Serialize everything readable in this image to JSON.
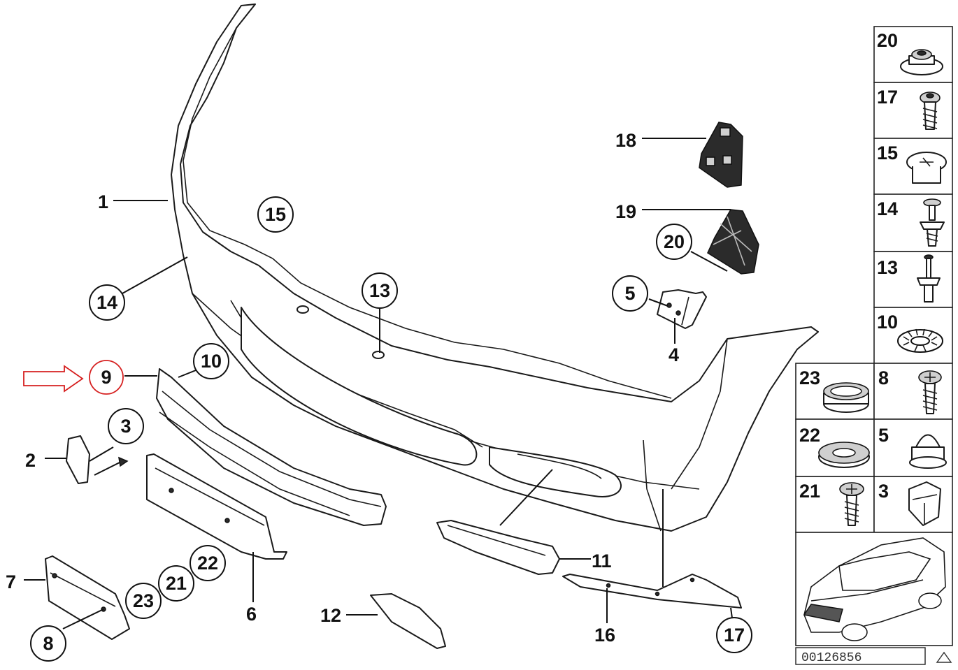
{
  "diagram": {
    "callouts_plain": [
      {
        "id": "label-1",
        "text": "1"
      },
      {
        "id": "label-2",
        "text": "2"
      },
      {
        "id": "label-4",
        "text": "4"
      },
      {
        "id": "label-6",
        "text": "6"
      },
      {
        "id": "label-7",
        "text": "7"
      },
      {
        "id": "label-11",
        "text": "11"
      },
      {
        "id": "label-12",
        "text": "12"
      },
      {
        "id": "label-16",
        "text": "16"
      },
      {
        "id": "label-18",
        "text": "18"
      },
      {
        "id": "label-19",
        "text": "19"
      }
    ],
    "callouts_circled": [
      {
        "id": "circle-3",
        "text": "3"
      },
      {
        "id": "circle-5",
        "text": "5"
      },
      {
        "id": "circle-8",
        "text": "8"
      },
      {
        "id": "circle-10",
        "text": "10"
      },
      {
        "id": "circle-13",
        "text": "13"
      },
      {
        "id": "circle-14",
        "text": "14"
      },
      {
        "id": "circle-15",
        "text": "15"
      },
      {
        "id": "circle-17",
        "text": "17"
      },
      {
        "id": "circle-20",
        "text": "20"
      },
      {
        "id": "circle-21",
        "text": "21"
      },
      {
        "id": "circle-22",
        "text": "22"
      },
      {
        "id": "circle-23",
        "text": "23"
      }
    ],
    "highlight": {
      "text": "9",
      "color": "#d62020"
    },
    "parts_panel": [
      {
        "id": "panel-20",
        "text": "20"
      },
      {
        "id": "panel-17",
        "text": "17"
      },
      {
        "id": "panel-15",
        "text": "15"
      },
      {
        "id": "panel-14",
        "text": "14"
      },
      {
        "id": "panel-13",
        "text": "13"
      },
      {
        "id": "panel-10",
        "text": "10"
      },
      {
        "id": "panel-23",
        "text": "23"
      },
      {
        "id": "panel-8",
        "text": "8"
      },
      {
        "id": "panel-22",
        "text": "22"
      },
      {
        "id": "panel-5",
        "text": "5"
      },
      {
        "id": "panel-21",
        "text": "21"
      },
      {
        "id": "panel-3",
        "text": "3"
      }
    ],
    "diagram_number": "00126856"
  }
}
